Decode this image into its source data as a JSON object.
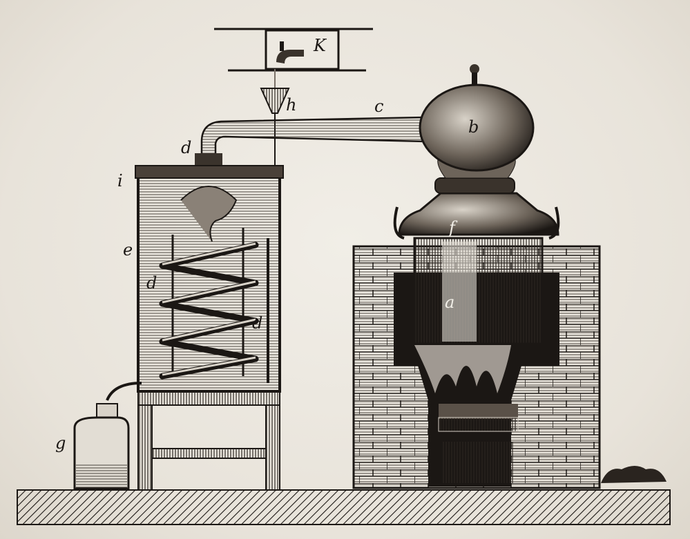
{
  "figure": {
    "labels": {
      "k": "K",
      "h": "h",
      "c": "c",
      "b": "b",
      "d_top": "d",
      "i": "i",
      "e": "e",
      "d_coil_left": "d",
      "d_coil_right": "d",
      "a": "a",
      "f": "f",
      "g": "g"
    },
    "colors": {
      "ink": "#1b1714",
      "paper": "#ebe7df"
    }
  }
}
